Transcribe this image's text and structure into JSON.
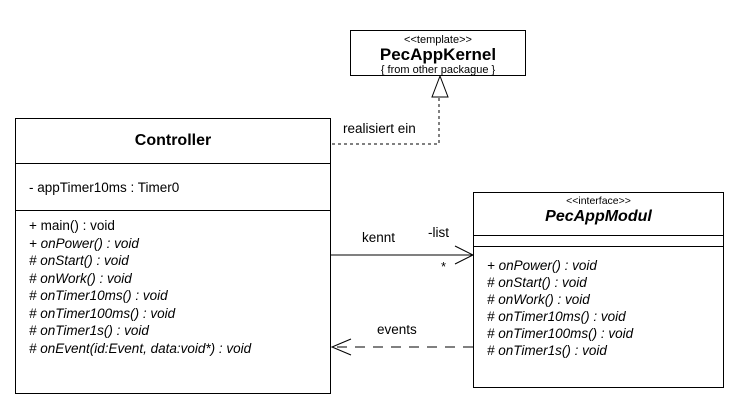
{
  "kernel": {
    "stereotype": "<<template>>",
    "name": "PecAppKernel",
    "note": "{ from other packague }"
  },
  "controller": {
    "name": "Controller",
    "attributes": [
      "- appTimer10ms : Timer0"
    ],
    "methods": [
      "+ main() : void",
      "+ onPower() : void",
      "# onStart() : void",
      "# onWork() : void",
      "# onTimer10ms() : void",
      "# onTimer100ms() : void",
      "# onTimer1s() : void",
      "# onEvent(id:Event, data:void*) : void"
    ]
  },
  "modul": {
    "stereotype": "<<interface>>",
    "name": "PecAppModul",
    "methods": [
      "+ onPower() : void",
      "# onStart() : void",
      "# onWork() : void",
      "# onTimer10ms() : void",
      "# onTimer100ms() : void",
      "# onTimer1s() : void"
    ]
  },
  "labels": {
    "realization": "realisiert ein",
    "association": "kennt",
    "role": "-list",
    "multiplicity": "*",
    "dependency": "events"
  },
  "colors": {
    "line": "#000000",
    "background": "#ffffff"
  }
}
